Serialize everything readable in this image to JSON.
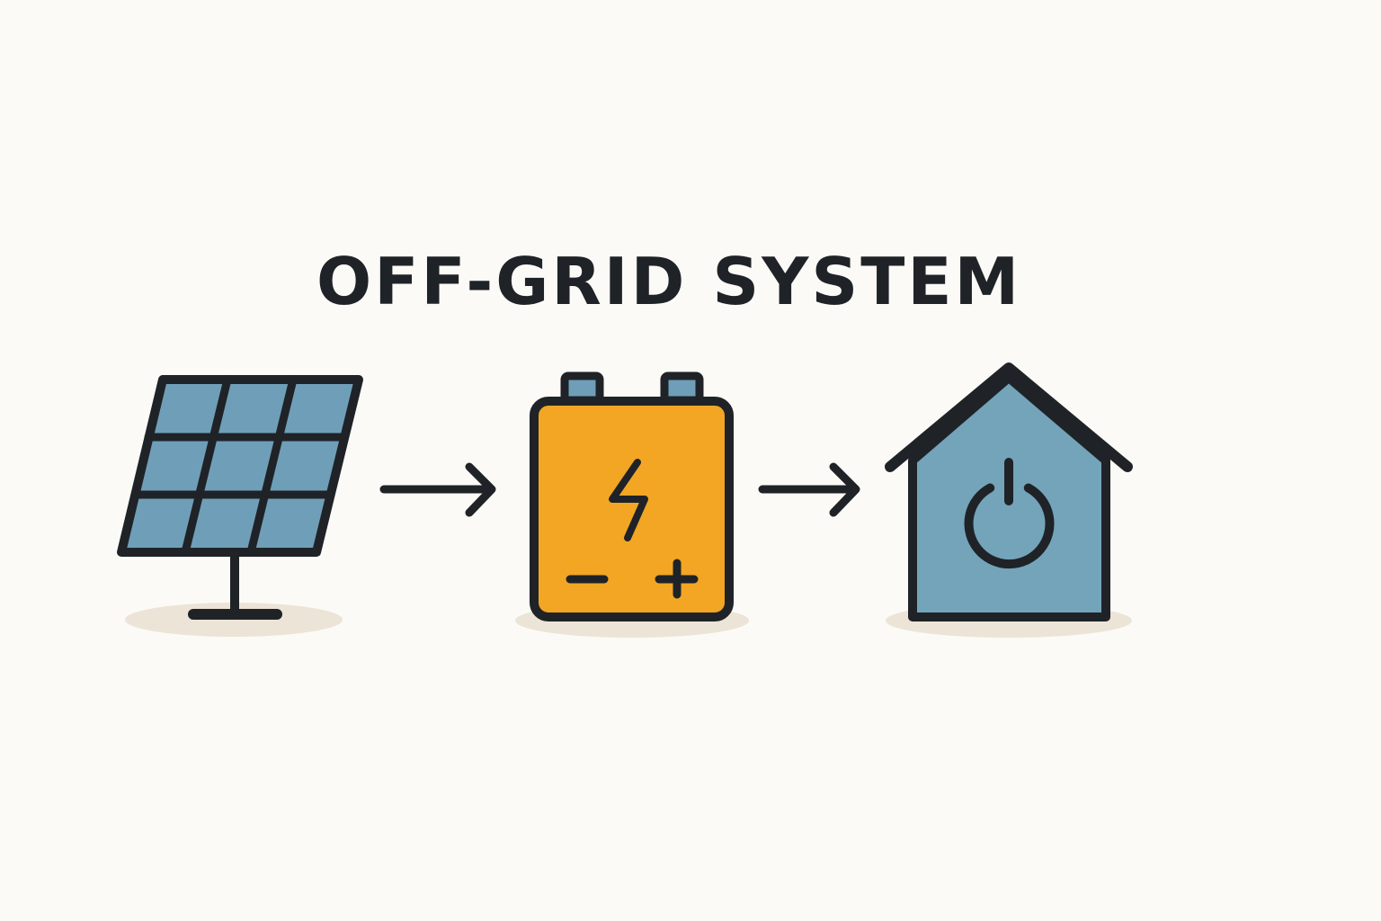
{
  "title": "OFF-GRID SYSTEM",
  "colors": {
    "background": "#fbfaf6",
    "outline": "#1f2327",
    "panel_cell": "#6f9fb8",
    "battery_fill": "#f2a623",
    "terminal_fill": "#6f9fb8",
    "house_fill": "#73a4ba",
    "ground_shadow": "#ece4d6"
  },
  "nodes": [
    {
      "id": "solar-panel",
      "icon": "solar-panel-icon"
    },
    {
      "id": "battery",
      "icon": "battery-icon",
      "symbols": [
        "lightning-bolt",
        "minus",
        "plus"
      ]
    },
    {
      "id": "house",
      "icon": "house-icon",
      "symbols": [
        "power-symbol"
      ]
    }
  ],
  "flow": [
    {
      "from": "solar-panel",
      "to": "battery"
    },
    {
      "from": "battery",
      "to": "house"
    }
  ]
}
